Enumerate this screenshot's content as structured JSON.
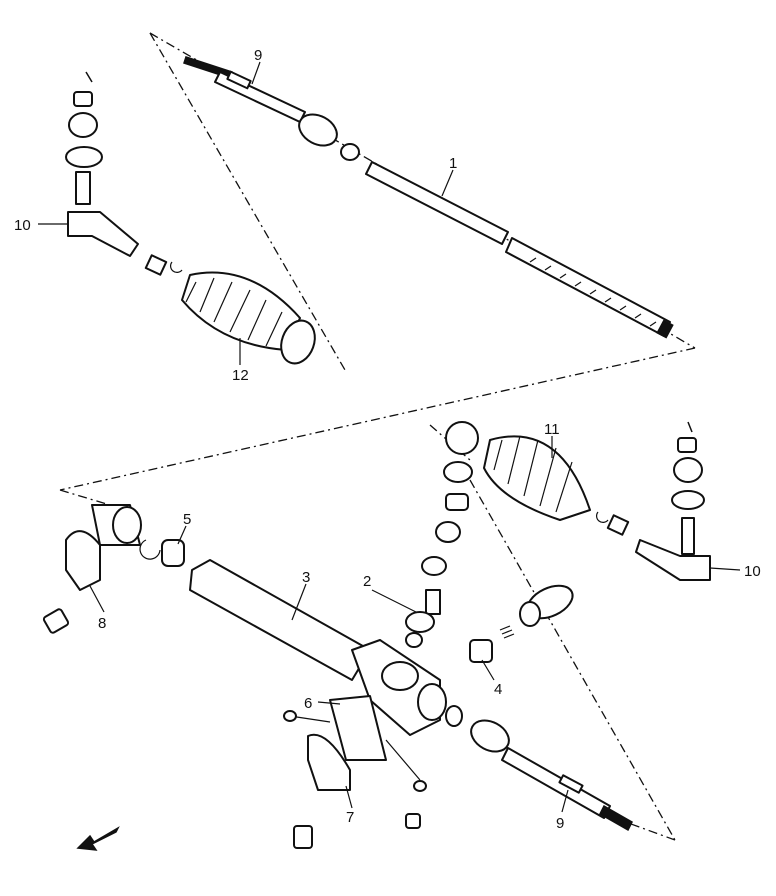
{
  "callouts": {
    "tie_rod_top": "9",
    "rack": "1",
    "tie_rod_end_left": "10",
    "boot_left": "12",
    "boot_right": "11",
    "tie_rod_end_right": "10",
    "mount_left": "5",
    "housing": "3",
    "pinion": "2",
    "clamp_left": "8",
    "yoke": "4",
    "mount_right": "6",
    "clamp_right": "7",
    "tie_rod_bottom": "9"
  },
  "direction_arrow": "front-arrow-icon"
}
